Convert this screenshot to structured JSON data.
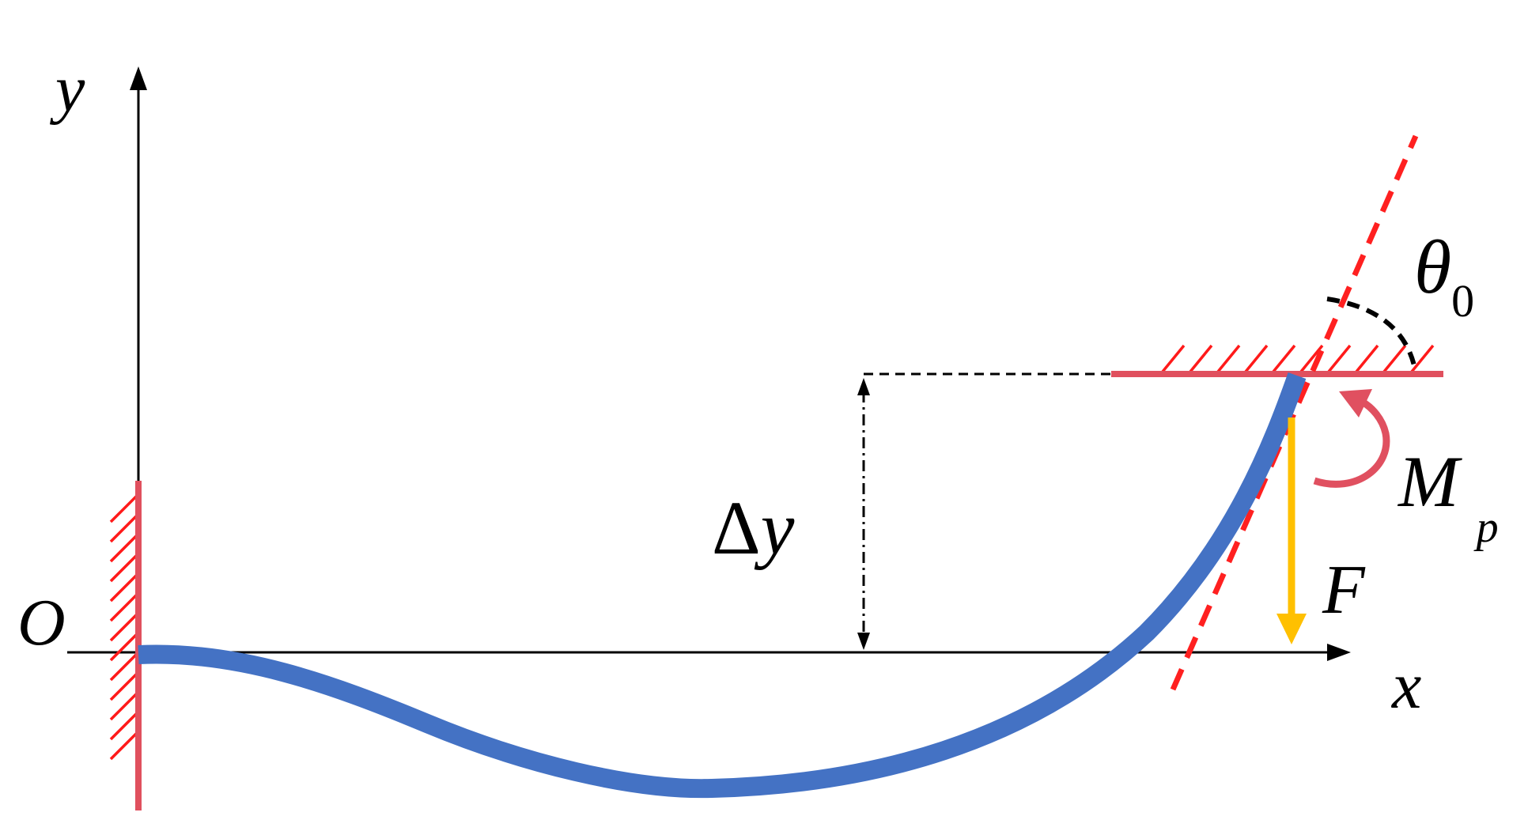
{
  "labels": {
    "y_axis": "y",
    "x_axis": "x",
    "origin": "O",
    "delta_symbol": "Δ",
    "delta_var": "y",
    "theta_main": "θ",
    "theta_sub": "0",
    "moment_main": "M",
    "moment_sub": "p",
    "force": "F"
  },
  "colors": {
    "axis": "#000000",
    "wall": "#e0505e",
    "hatch": "#ff1a1a",
    "beam": "#4472c4",
    "tangent": "#ff2020",
    "force": "#ffc000",
    "moment": "#e05060",
    "dim": "#000000"
  }
}
